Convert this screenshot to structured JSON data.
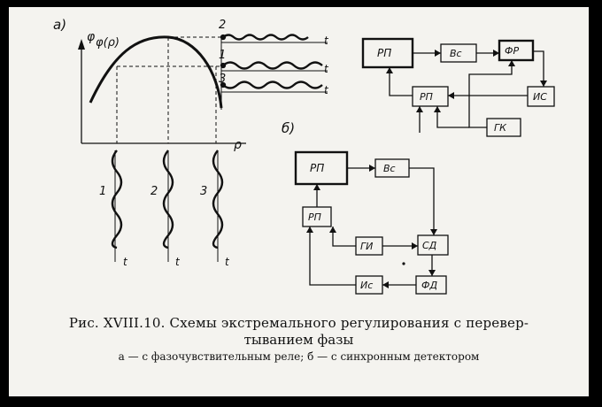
{
  "diagram": {
    "panel_a": {
      "label": "а)",
      "y_axis_label": "φ",
      "x_axis_label": "ρ",
      "curve_label": "φ(ρ)",
      "signal_labels": [
        "2",
        "1",
        "3"
      ],
      "time_labels": [
        "t",
        "t",
        "t"
      ],
      "lower_wave_labels": [
        "1",
        "2",
        "3"
      ],
      "lower_time_labels": [
        "t",
        "t",
        "t"
      ]
    },
    "panel_b": {
      "label": "б)",
      "upper_blocks": [
        "РП",
        "Вс",
        "ФР",
        "РП",
        "ИС",
        "ГК"
      ],
      "lower_blocks": [
        "РП",
        "Вс",
        "РП",
        "ГИ",
        "СД",
        "Ис",
        "ФД"
      ]
    }
  },
  "caption": {
    "line1": "Рис. XVIII.10. Схемы экстремального регулирования с перевер-",
    "line2": "тыванием фазы",
    "line3": "а — с фазочувствительным реле; б — с синхронным детектором"
  }
}
